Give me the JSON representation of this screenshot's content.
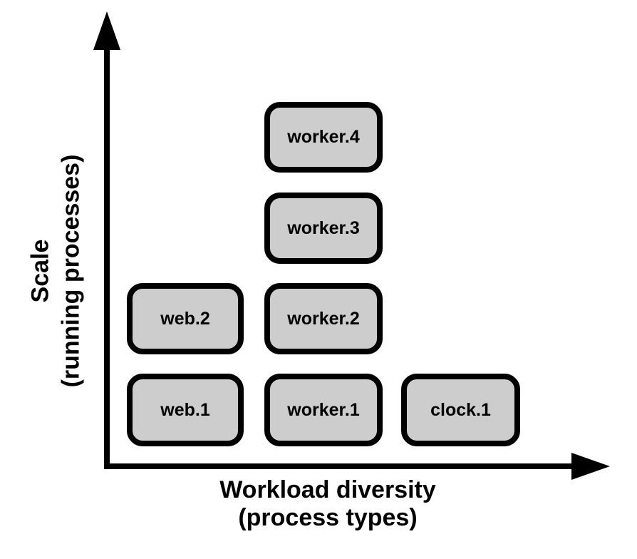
{
  "diagram": {
    "type": "process-model-diagram",
    "background_color": "#ffffff",
    "axis_color": "#000000",
    "box_fill_color": "#cdcdcd",
    "box_border_color": "#000000",
    "text_color": "#000000",
    "y_axis": {
      "label_line1": "Scale",
      "label_line2": "(running processes)",
      "direction": "up"
    },
    "x_axis": {
      "label_line1": "Workload diversity",
      "label_line2": "(process types)",
      "direction": "right"
    },
    "columns": [
      {
        "process_type": "web",
        "instances": [
          "web.1",
          "web.2"
        ]
      },
      {
        "process_type": "worker",
        "instances": [
          "worker.1",
          "worker.2",
          "worker.3",
          "worker.4"
        ]
      },
      {
        "process_type": "clock",
        "instances": [
          "clock.1"
        ]
      }
    ],
    "nodes": [
      {
        "label": "web.1",
        "column": 1,
        "row": 1
      },
      {
        "label": "web.2",
        "column": 1,
        "row": 2
      },
      {
        "label": "worker.1",
        "column": 2,
        "row": 1
      },
      {
        "label": "worker.2",
        "column": 2,
        "row": 2
      },
      {
        "label": "worker.3",
        "column": 2,
        "row": 3
      },
      {
        "label": "worker.4",
        "column": 2,
        "row": 4
      },
      {
        "label": "clock.1",
        "column": 3,
        "row": 1
      }
    ]
  }
}
